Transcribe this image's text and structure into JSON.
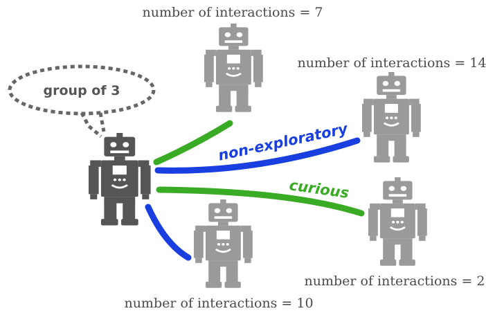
{
  "speech_bubble": {
    "text": "group of 3"
  },
  "robots": [
    {
      "id": "focus",
      "label": ""
    },
    {
      "id": "top",
      "label": "number of interactions  = 7"
    },
    {
      "id": "upper-right",
      "label": "number of interactions = 14"
    },
    {
      "id": "lower-right",
      "label": "number of interactions = 2"
    },
    {
      "id": "bottom",
      "label": "number of interactions = 10"
    }
  ],
  "edge_labels": {
    "non_exploratory": "non-exploratory",
    "curious": "curious"
  },
  "colors": {
    "focus_robot": "#555555",
    "other_robot": "#9a9a9a",
    "green_link": "#3aab24",
    "blue_link": "#1a3fe0",
    "bubble_outline": "#666666"
  }
}
